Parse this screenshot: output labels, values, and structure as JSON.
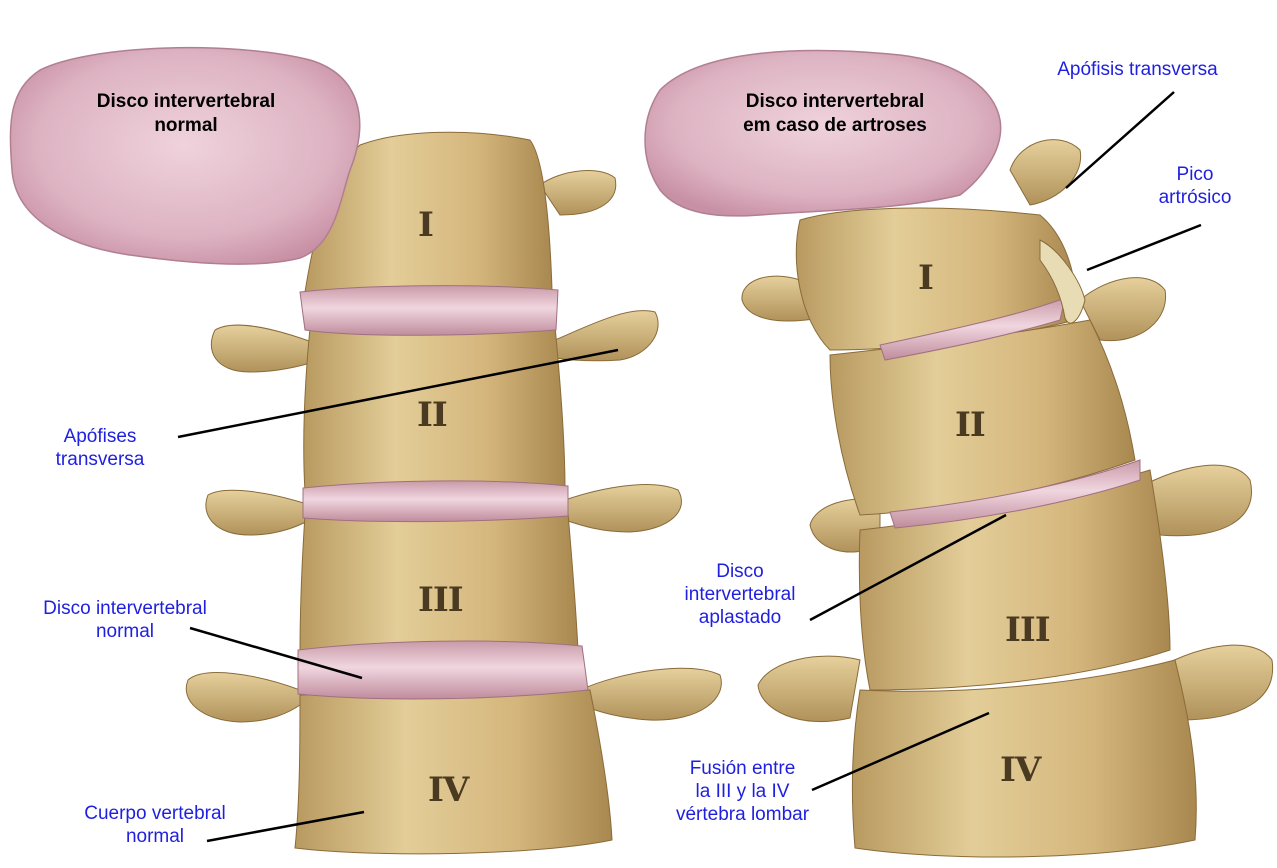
{
  "disc_titles": {
    "normal": [
      "Disco intervertebral",
      "normal"
    ],
    "arthrosis": [
      "Disco intervertebral",
      "em caso de artroses"
    ]
  },
  "vertebra_numerals": {
    "left": [
      "I",
      "II",
      "III",
      "IV"
    ],
    "right": [
      "I",
      "II",
      "III",
      "IV"
    ]
  },
  "labels": {
    "left_transverse_process": [
      "Apófises",
      "transversa"
    ],
    "left_normal_disc": [
      "Disco intervertebral",
      "normal"
    ],
    "left_vertebral_body": [
      "Cuerpo vertebral",
      "normal"
    ],
    "right_transverse_process": [
      "Apófisis transversa"
    ],
    "right_arthrotic_spur": [
      "Pico",
      "artrósico"
    ],
    "right_flattened_disc": [
      "Disco",
      "intervertebral",
      "aplastado"
    ],
    "right_fusion": [
      "Fusión entre",
      "la III y la IV",
      "vértebra lombar"
    ]
  },
  "colors": {
    "bone": "#d9c08a",
    "bone_shadow": "#a8884f",
    "disc": "#dcb0c0",
    "disc_light": "#efd3dc",
    "label_text": "#1f1fe0",
    "leader_line": "#000000"
  }
}
